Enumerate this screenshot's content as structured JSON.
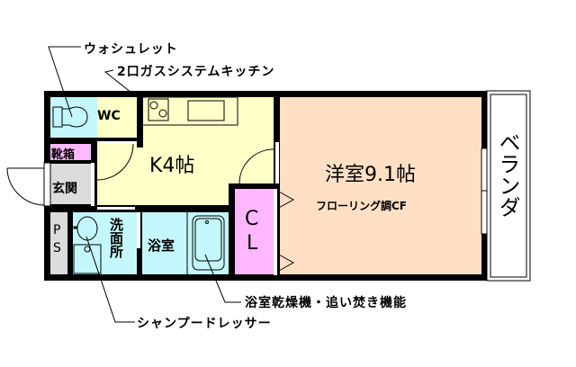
{
  "floor_plan": {
    "colors": {
      "wall": "#000000",
      "wet_area": "#c4f7fb",
      "kitchen": "#ffffc8",
      "western_room": "#ffe0c4",
      "closet": "#ffb8ff",
      "shoe_box": "#ffb8ff",
      "entrance": "#dcdcdc",
      "ps": "#dcdcdc",
      "balcony": "#ffffff"
    },
    "rooms": {
      "wc": {
        "label": "WC"
      },
      "shoe_box": {
        "label": "靴箱"
      },
      "entrance": {
        "label": "玄関"
      },
      "kitchen": {
        "label": "K4帖"
      },
      "western_room": {
        "label": "洋室9.1帖",
        "sublabel": "フローリング調CF"
      },
      "closet": {
        "label_line1": "C",
        "label_line2": "L"
      },
      "ps": {
        "label_line1": "P",
        "label_line2": "S"
      },
      "washroom": {
        "label": "洗面所"
      },
      "bathroom": {
        "label": "浴室"
      },
      "balcony": {
        "label": "ベランダ"
      }
    },
    "callouts": {
      "washlet": "ウォシュレット",
      "kitchen_stove": "2口ガスシステムキッチン",
      "bath_dryer": "浴室乾燥機・追い焚き機能",
      "shampoo_dresser": "シャンプードレッサー"
    }
  }
}
